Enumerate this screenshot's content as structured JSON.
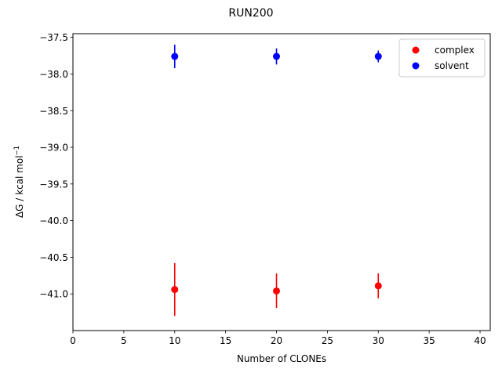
{
  "chart_data": {
    "type": "scatter",
    "title": "RUN200",
    "xlabel": "Number of CLONEs",
    "ylabel": "ΔG / kcal mol",
    "ylabel_superscript": "−1",
    "xlim": [
      0,
      41
    ],
    "ylim": [
      -41.5,
      -37.45
    ],
    "xticks": [
      0,
      5,
      10,
      15,
      20,
      25,
      30,
      35,
      40
    ],
    "xtick_labels": [
      "0",
      "5",
      "10",
      "15",
      "20",
      "25",
      "30",
      "35",
      "40"
    ],
    "yticks": [
      -37.5,
      -38.0,
      -38.5,
      -39.0,
      -39.5,
      -40.0,
      -40.5,
      -41.0
    ],
    "ytick_labels": [
      "−37.5",
      "−38.0",
      "−38.5",
      "−39.0",
      "−39.5",
      "−40.0",
      "−40.5",
      "−41.0"
    ],
    "grid": false,
    "legend_position": "top-right",
    "series": [
      {
        "name": "complex",
        "color": "#ff0000",
        "x": [
          10,
          20,
          30
        ],
        "y": [
          -40.94,
          -40.96,
          -40.89
        ],
        "yerr_low": [
          -41.3,
          -41.19,
          -41.06
        ],
        "yerr_high": [
          -40.58,
          -40.72,
          -40.72
        ]
      },
      {
        "name": "solvent",
        "color": "#0000ff",
        "x": [
          10,
          20,
          30
        ],
        "y": [
          -37.76,
          -37.76,
          -37.76
        ],
        "yerr_low": [
          -37.92,
          -37.87,
          -37.84
        ],
        "yerr_high": [
          -37.6,
          -37.65,
          -37.68
        ]
      }
    ]
  }
}
